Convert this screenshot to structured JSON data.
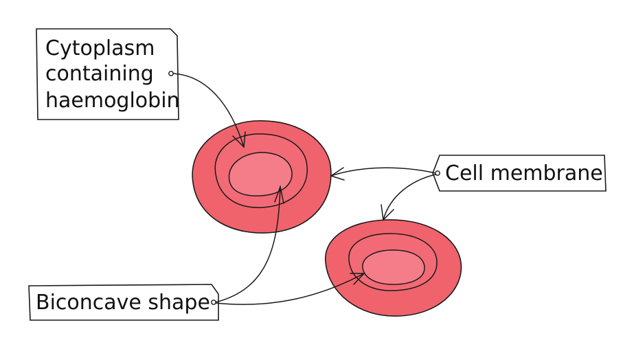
{
  "labels": {
    "cytoplasm": [
      "Cytoplasm",
      "containing",
      "haemoglobin"
    ],
    "membrane": "Cell membrane",
    "biconcave": "Biconcave shape"
  },
  "colors": {
    "cell_outer": "#f0636c",
    "cell_inner": "#f47d89",
    "outline": "#1a1a1a",
    "box_fill": "#ffffff"
  }
}
